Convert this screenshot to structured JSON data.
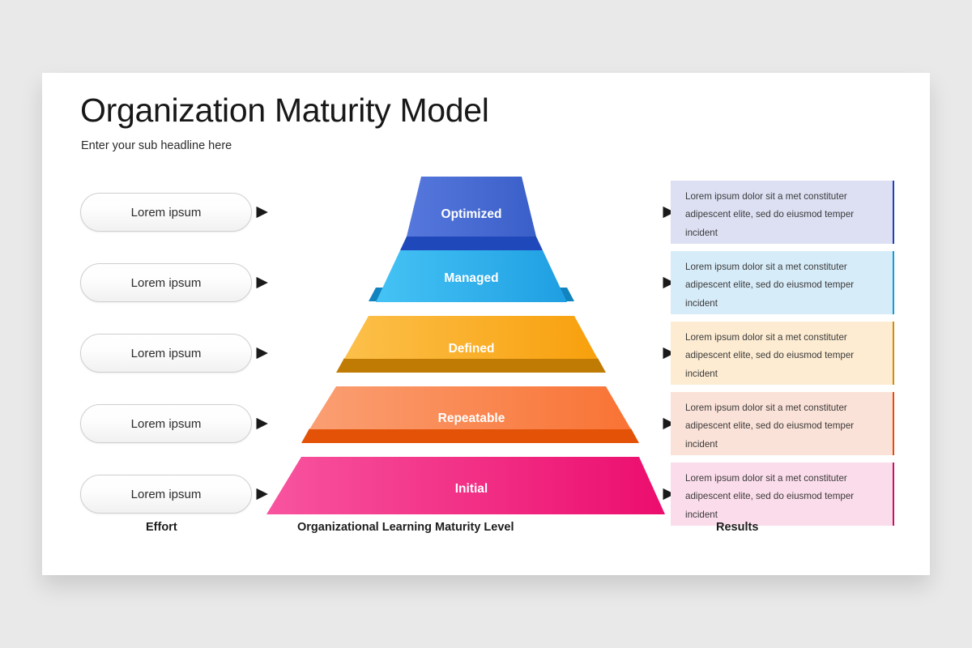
{
  "header": {
    "title": "Organization Maturity Model",
    "subtitle": "Enter your sub headline here"
  },
  "captions": {
    "left": "Effort",
    "center": "Organizational Learning Maturity Level",
    "right": "Results"
  },
  "colors": {
    "background": "#e9e9e9",
    "card": "#ffffff",
    "optimized": "#4a6ed6",
    "managed": "#35b0f0",
    "defined": "#f9a81a",
    "repeatable": "#f97b3d",
    "initial": "#f0277f"
  },
  "chart_data": {
    "type": "pyramid",
    "title": "Organizational Learning Maturity Level",
    "levels": [
      {
        "rank": 5,
        "name": "Optimized",
        "face": "#5678dd",
        "face_dark": "#3a5fc8",
        "side": "#1f49bb",
        "pill": "Lorem ipsum",
        "result": "Lorem ipsum dolor sit a met constituter adipescent elite, sed do eiusmod temper incident",
        "box_bg": "#dde0f3",
        "box_border": "#2040b8"
      },
      {
        "rank": 4,
        "name": "Managed",
        "face": "#45c3f5",
        "face_dark": "#1f9fe2",
        "side": "#1183bf",
        "pill": "Lorem ipsum",
        "result": "Lorem ipsum dolor sit a met constituter adipescent elite, sed do eiusmod temper incident",
        "box_bg": "#d7ecf9",
        "box_border": "#109bd9"
      },
      {
        "rank": 3,
        "name": "Defined",
        "face": "#fcc04a",
        "face_dark": "#f8a00d",
        "side": "#c07b04",
        "pill": "Lorem ipsum",
        "result": "Lorem ipsum dolor sit a met constituter adipescent elite, sed do eiusmod temper incident",
        "box_bg": "#fdecd2",
        "box_border": "#d08d08"
      },
      {
        "rank": 2,
        "name": "Repeatable",
        "face": "#fa9f73",
        "face_dark": "#f97334",
        "side": "#e35207",
        "pill": "Lorem ipsum",
        "result": "Lorem ipsum dolor sit a met constituter adipescent elite, sed do eiusmod temper incident",
        "box_bg": "#fbe2d8",
        "box_border": "#e8490d"
      },
      {
        "rank": 1,
        "name": "Initial",
        "face": "#f8549f",
        "face_dark": "#ec0d6e",
        "side": "#d00060",
        "pill": "Lorem ipsum",
        "result": "Lorem ipsum dolor sit a met constituter adipescent elite, sed do eiusmod temper incident",
        "box_bg": "#fbdcea",
        "box_border": "#c81064"
      }
    ]
  }
}
